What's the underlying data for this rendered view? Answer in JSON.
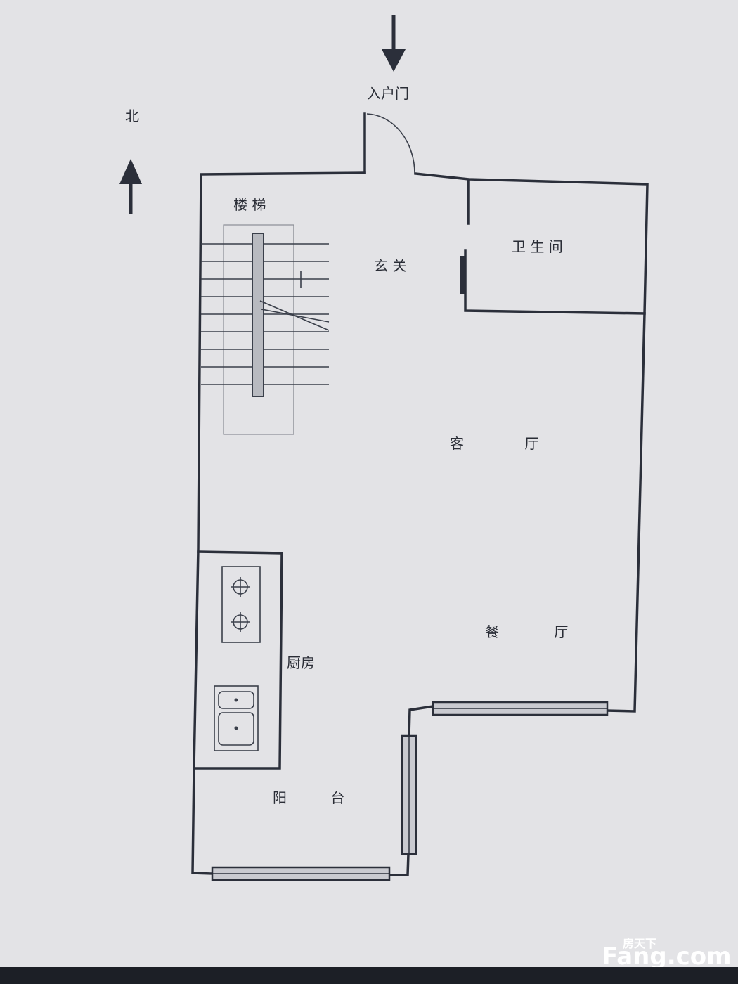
{
  "compass": {
    "label": "北"
  },
  "entrance": {
    "label": "入户门"
  },
  "rooms": {
    "stairs": "楼 梯",
    "foyer": "玄 关",
    "bathroom": "卫 生 间",
    "living": "客 厅",
    "dining": "餐 厅",
    "kitchen": "厨房",
    "balcony": "阳 台"
  },
  "watermark": {
    "cn": "房天下",
    "en": "Fang.com"
  },
  "colors": {
    "background": "#e3e3e6",
    "wall": "#2b2f3a",
    "window_fill": "#c9cad0"
  }
}
